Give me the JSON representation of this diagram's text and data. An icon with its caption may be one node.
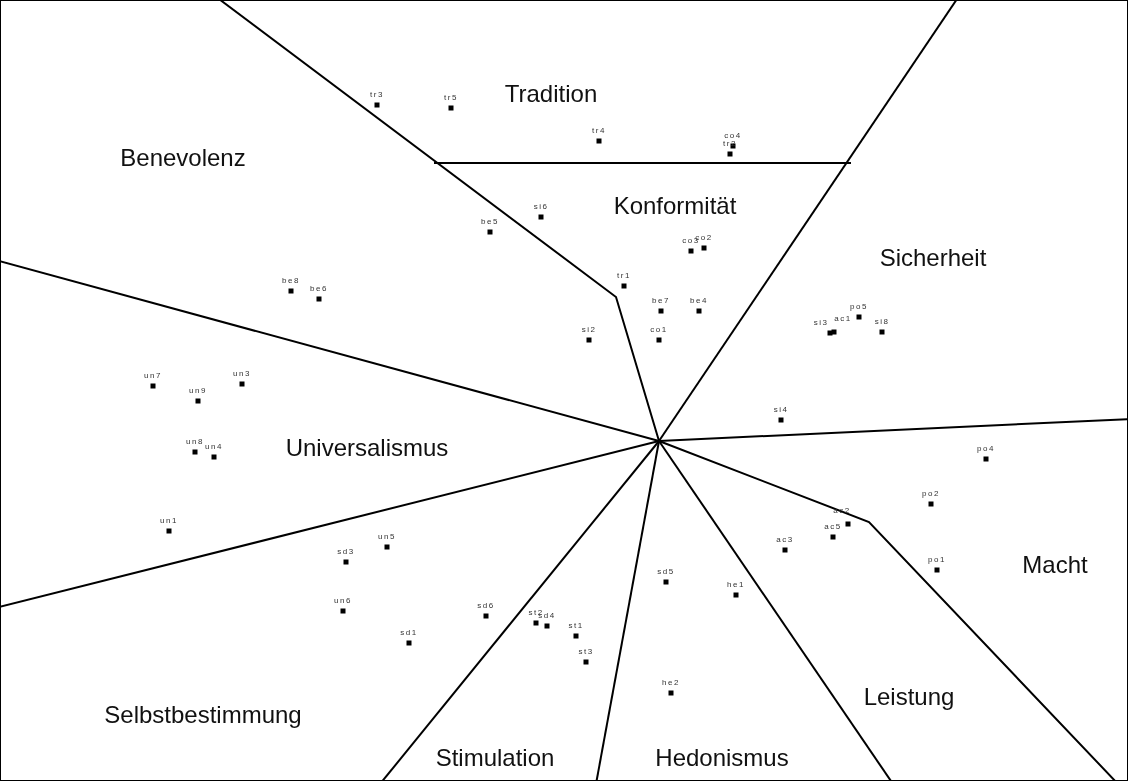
{
  "diagram": {
    "labels": [
      "Tradition",
      "tr3",
      "tr5",
      "Benevolenz",
      "tr4",
      "co4",
      "tr2",
      "si6",
      "Konformität",
      "be5",
      "co3",
      "co2",
      "Sicherheit",
      "tr1",
      "be8",
      "be6",
      "be7",
      "be4",
      "po5",
      "si3",
      "ac1",
      "si8",
      "si2",
      "co1",
      "un7",
      "un3",
      "un9",
      "si4",
      "Universalismus",
      "un8",
      "un4",
      "po4",
      "po2",
      "ac2",
      "un1",
      "ac5",
      "un5",
      "ac3",
      "sd3",
      "Macht",
      "po1",
      "sd5",
      "he1",
      "un6",
      "sd6",
      "st2",
      "sd4",
      "st1",
      "sd1",
      "st3",
      "he2",
      "Leistung",
      "Selbstbestimmung",
      "Stimulation",
      "Hedonismus"
    ]
  }
}
